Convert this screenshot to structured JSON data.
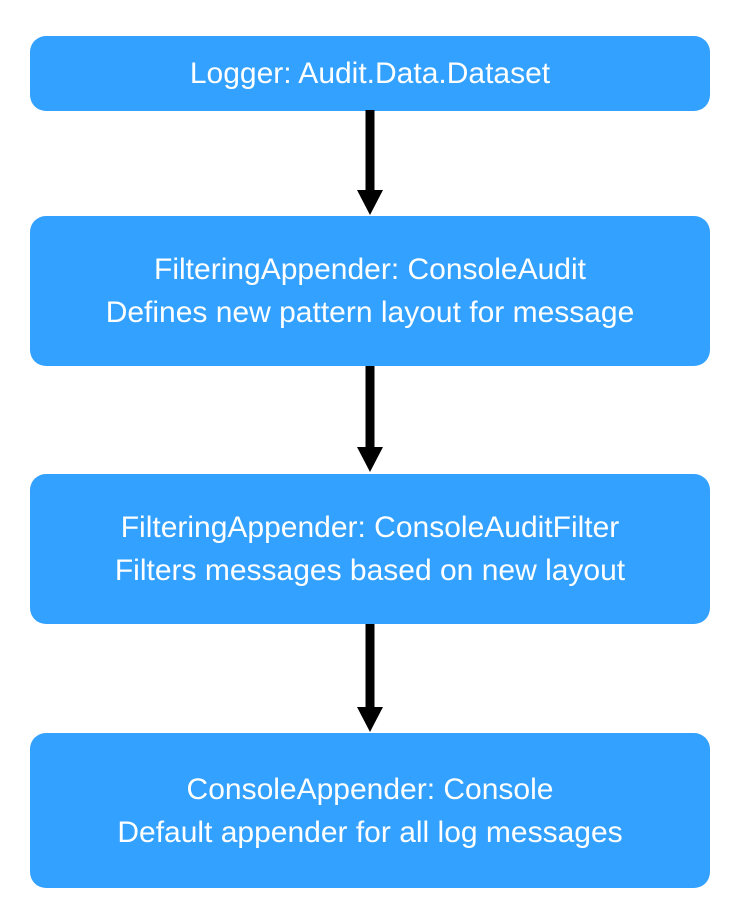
{
  "diagram": {
    "title": "Logging appender chain flowchart",
    "background_color": "#ffffff",
    "node_color": "#33a1ff",
    "node_text_color": "#ffffff",
    "edge_color": "#000000",
    "nodes": [
      {
        "id": "logger",
        "line1": "Logger: Audit.Data.Dataset",
        "line2": ""
      },
      {
        "id": "console-audit",
        "line1": "FilteringAppender: ConsoleAudit",
        "line2": "Defines new pattern layout for message"
      },
      {
        "id": "console-audit-filter",
        "line1": "FilteringAppender: ConsoleAuditFilter",
        "line2": "Filters messages based on new layout"
      },
      {
        "id": "console-appender",
        "line1": "ConsoleAppender: Console",
        "line2": "Default appender for all log messages"
      }
    ],
    "edges": [
      {
        "id": "edge-logger-to-console-audit",
        "from": "logger",
        "to": "console-audit",
        "label": ""
      },
      {
        "id": "edge-console-audit-to-console-audit-filter",
        "from": "console-audit",
        "to": "console-audit-filter",
        "label": ""
      },
      {
        "id": "edge-console-audit-filter-to-console-appender",
        "from": "console-audit-filter",
        "to": "console-appender",
        "label": ""
      }
    ]
  }
}
